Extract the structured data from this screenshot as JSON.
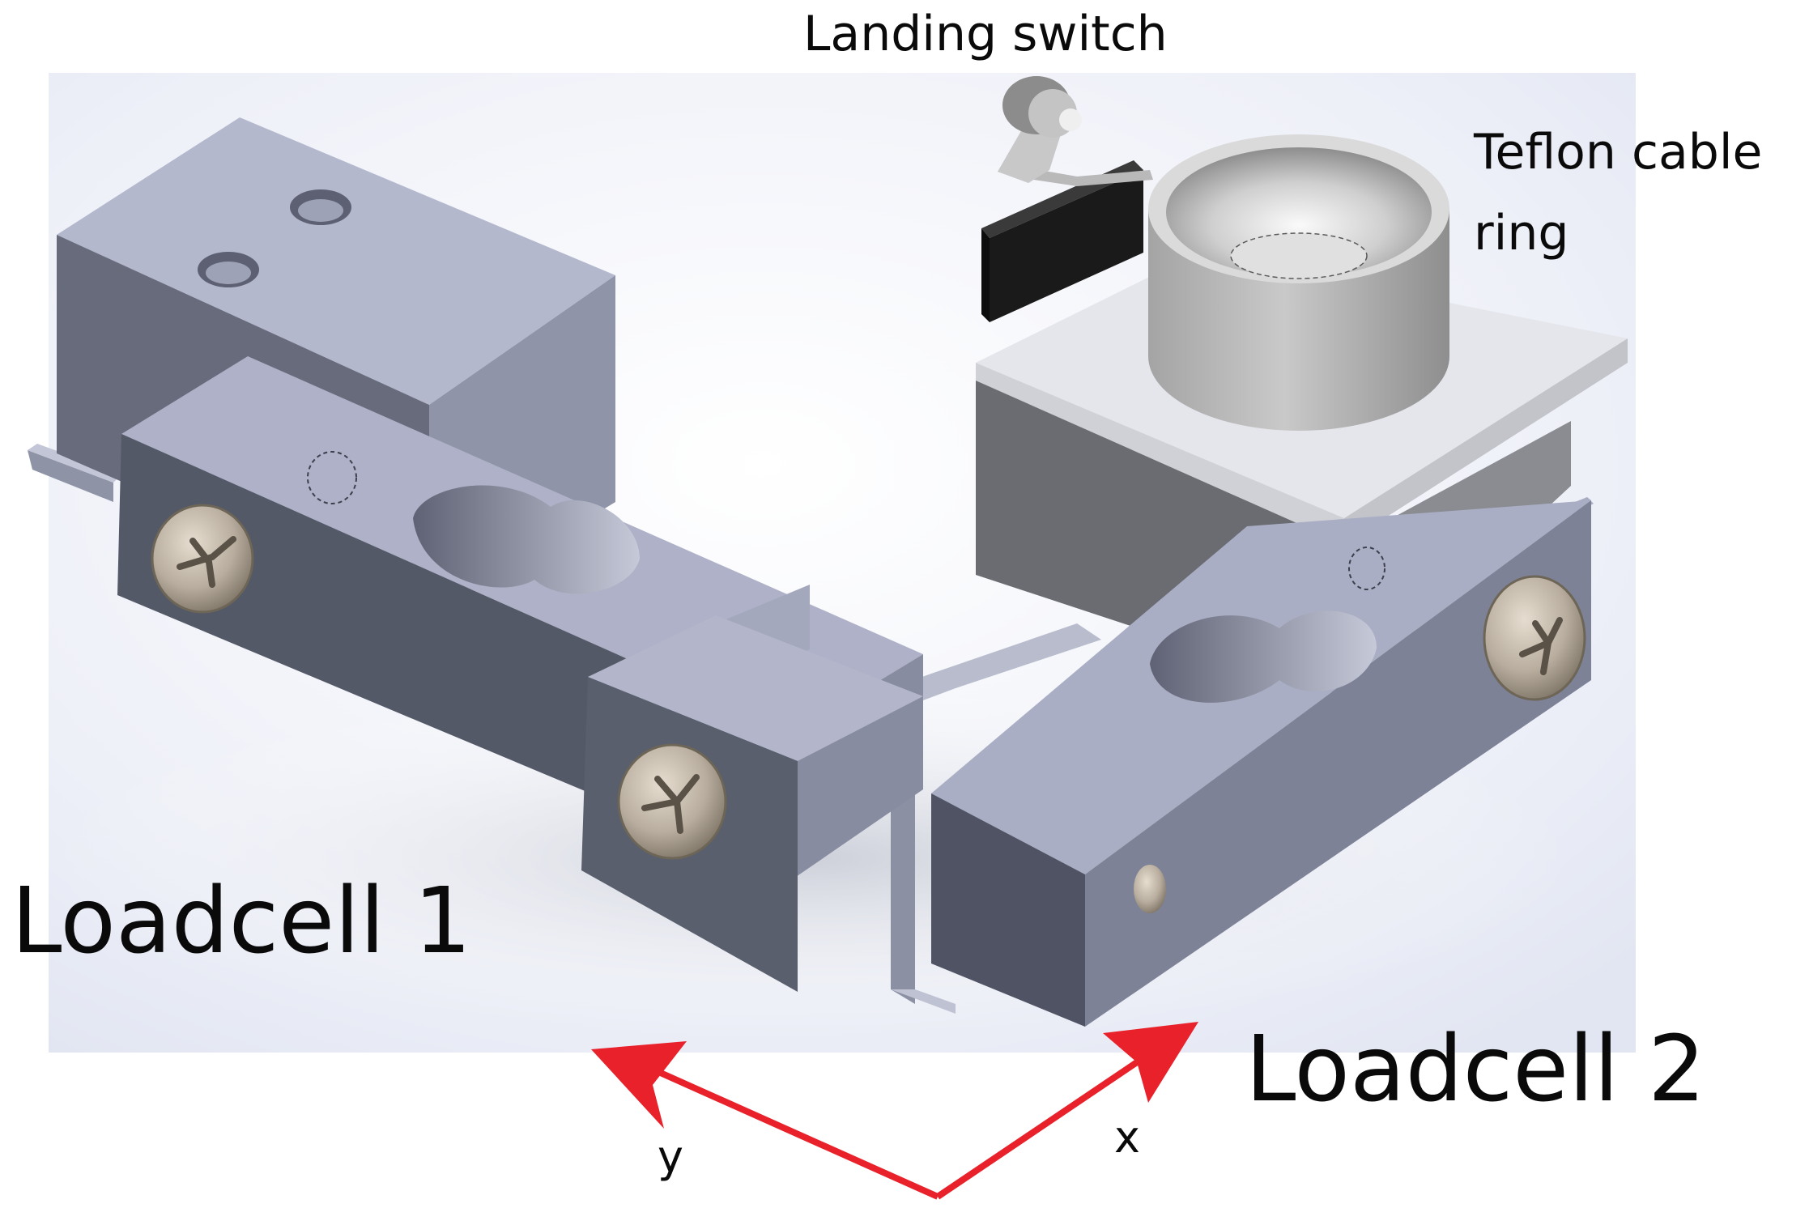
{
  "labels": {
    "landing_switch": "Landing switch",
    "teflon_line1": "Teflon cable",
    "teflon_line2": "ring",
    "loadcell1": "Loadcell 1",
    "loadcell2": "Loadcell 2",
    "axis_x": "x",
    "axis_y": "y"
  },
  "colors": {
    "axis_arrow": "#e8212a",
    "metal_top": "#b3b7cc",
    "metal_front": "#575c6c",
    "metal_side": "#898ea3",
    "plate_white": "#e6e8ee",
    "plate_dark": "#6c6e74",
    "switch_body": "#151515"
  },
  "icons": [
    "screw-head-icon",
    "axis-arrow-x-icon",
    "axis-arrow-y-icon"
  ]
}
